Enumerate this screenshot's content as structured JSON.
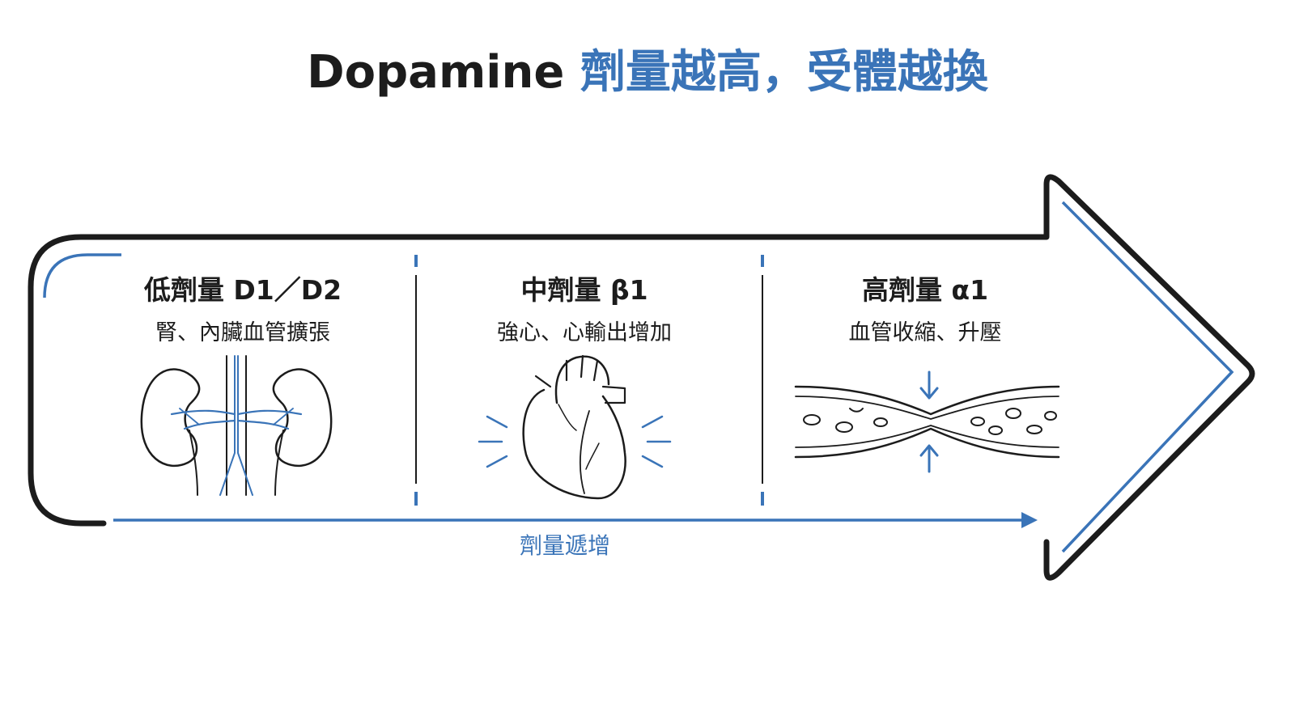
{
  "title": {
    "prefix": "Dopamine ",
    "highlight": "劑量越高，受體越換"
  },
  "sections": [
    {
      "heading": "低劑量 D1／D2",
      "effect": "腎、內臟血管擴張",
      "icon": "kidneys-icon"
    },
    {
      "heading": "中劑量 β1",
      "effect": "強心、心輸出增加",
      "icon": "heart-icon"
    },
    {
      "heading": "高劑量 α1",
      "effect": "血管收縮、升壓",
      "icon": "constricted-vessel-icon"
    }
  ],
  "dose_axis": {
    "label": "劑量遞增"
  },
  "colors": {
    "dark": "#1c1c1c",
    "accent": "#3a74b8"
  }
}
